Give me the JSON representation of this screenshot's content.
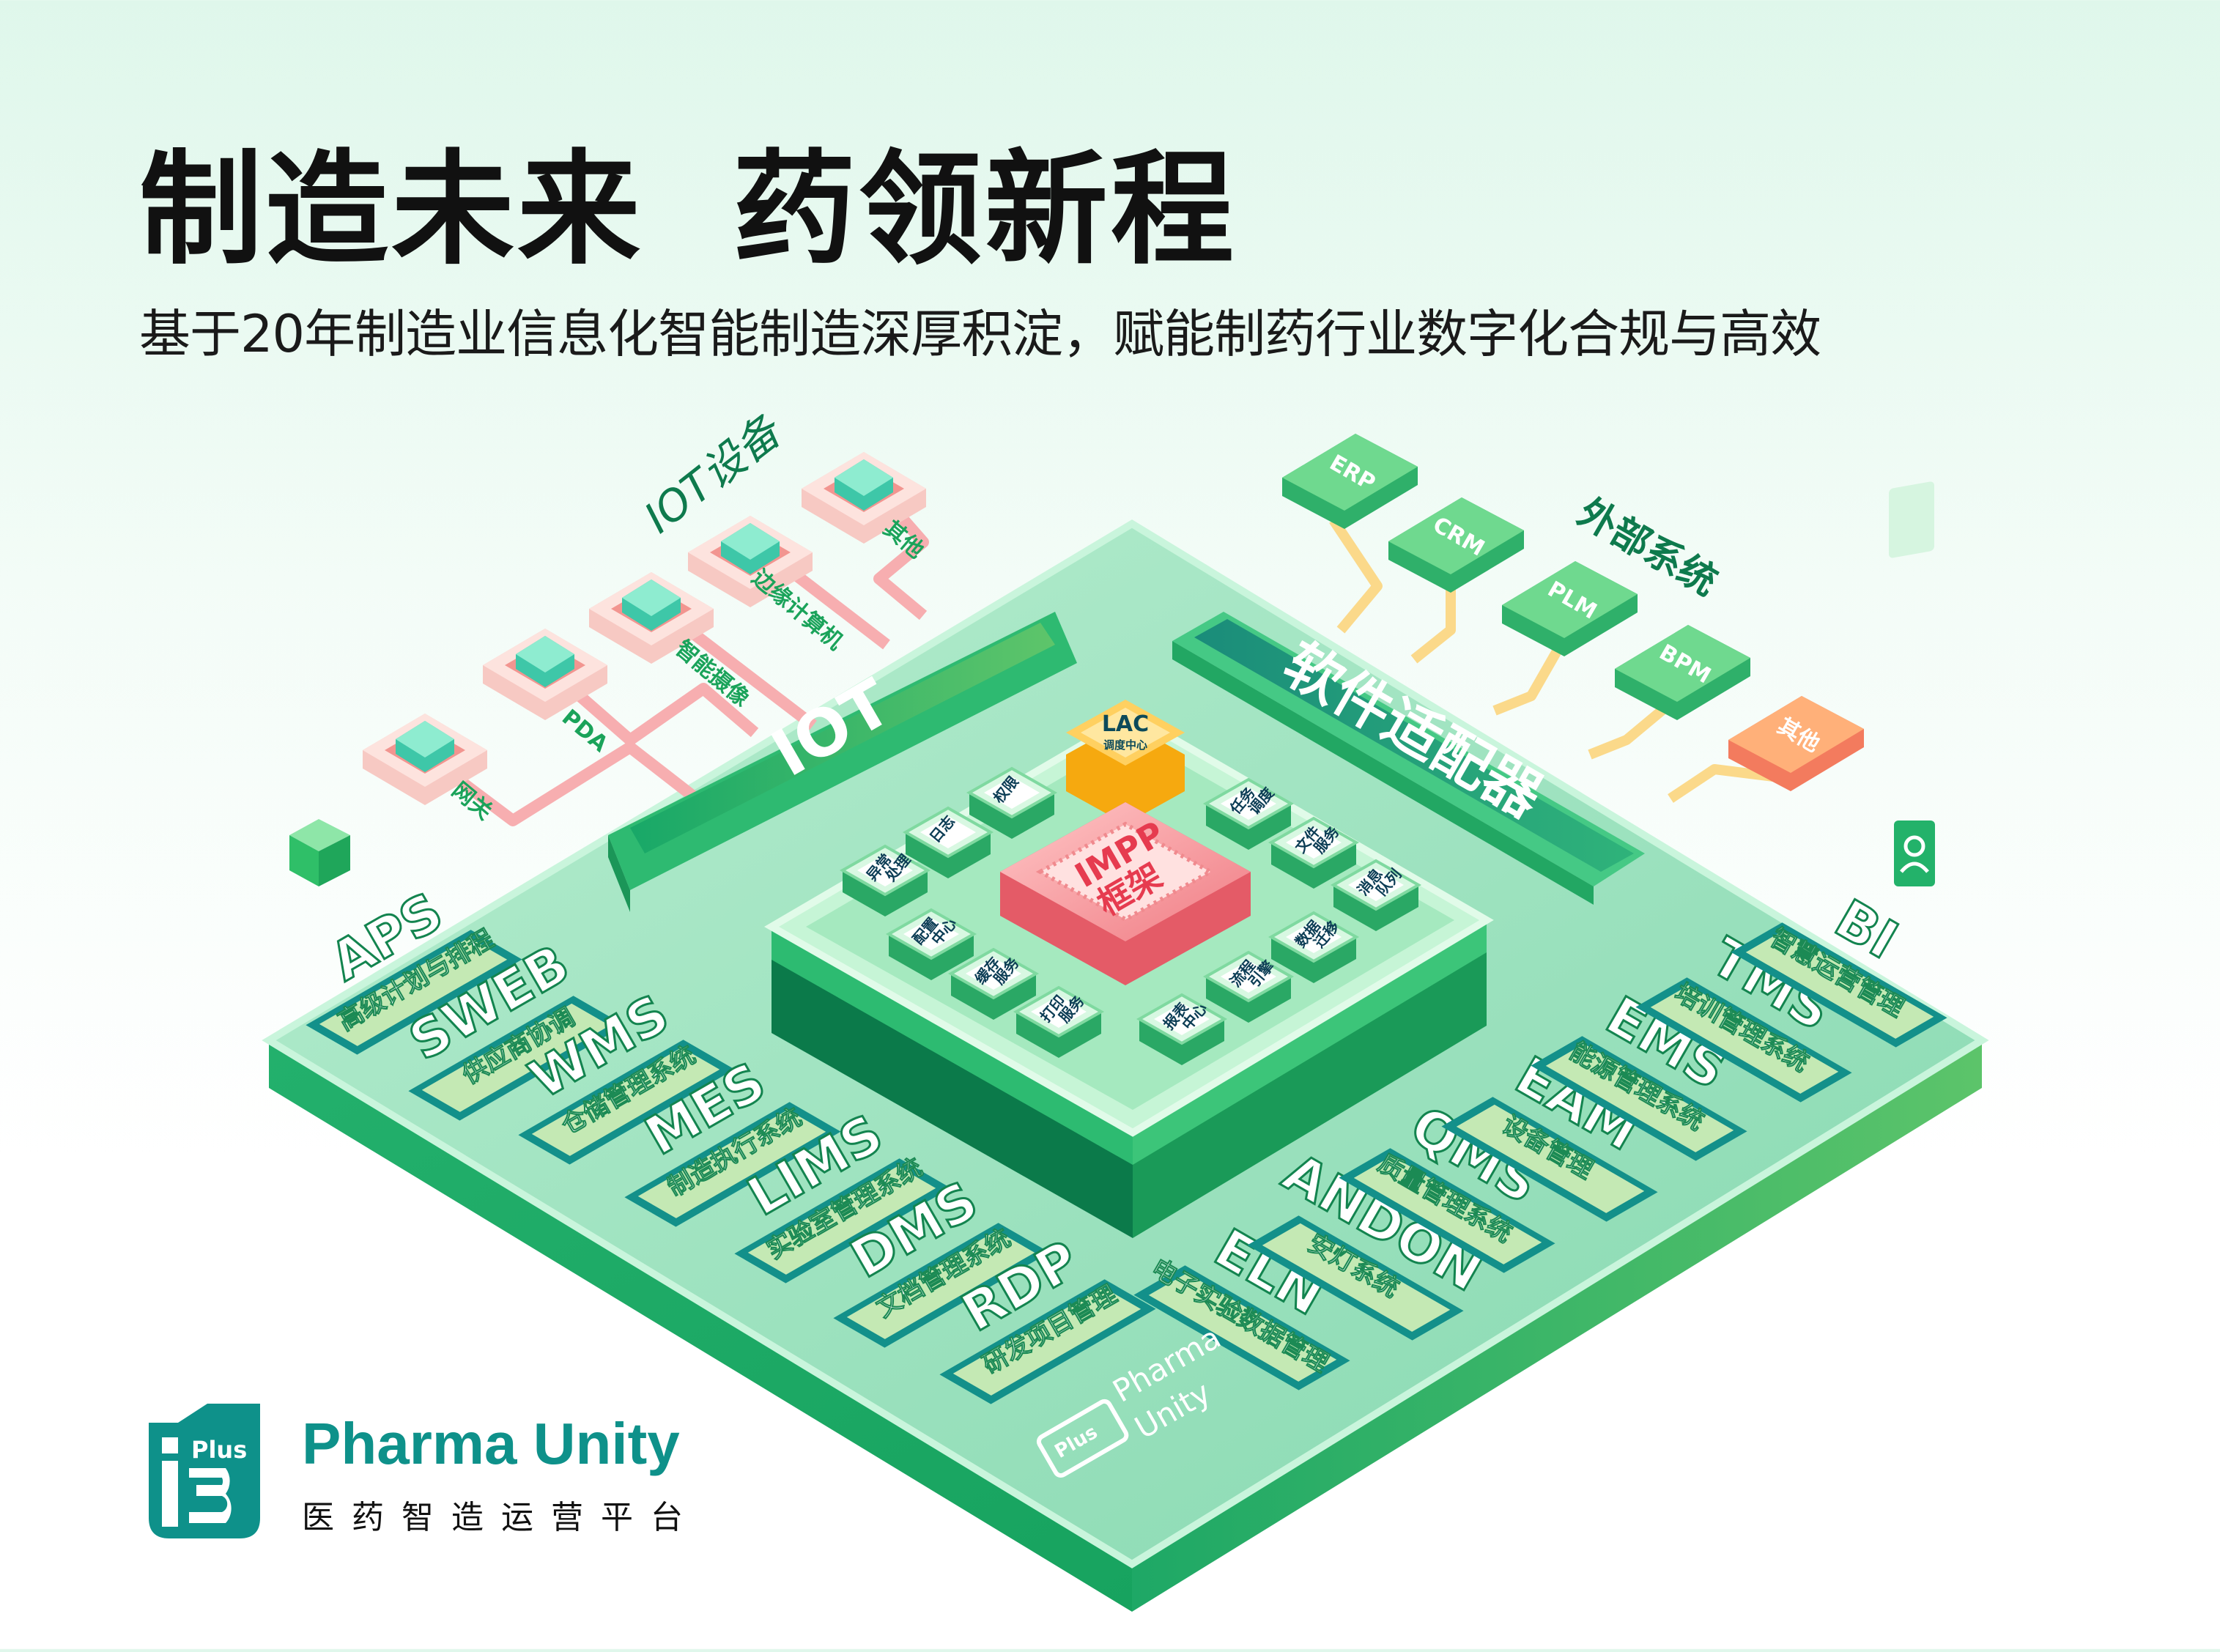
{
  "header": {
    "title_part1": "制造未来",
    "title_part2": "药领新程",
    "subtitle": "基于20年制造业信息化智能制造深厚积淀，赋能制药行业数字化合规与高效"
  },
  "iot_devices": {
    "title": "IOT设备",
    "items": [
      {
        "label": "网关",
        "icon": "router-icon"
      },
      {
        "label": "PDA",
        "icon": "pda-phone-icon"
      },
      {
        "label": "智能摄像",
        "icon": "camera-icon"
      },
      {
        "label": "边缘计算机",
        "icon": "edge-computer-icon"
      },
      {
        "label": "其他",
        "icon": "server-stack-icon"
      }
    ]
  },
  "external_systems": {
    "title": "外部系统",
    "items": [
      {
        "label": "ERP"
      },
      {
        "label": "CRM"
      },
      {
        "label": "PLM"
      },
      {
        "label": "BPM"
      },
      {
        "label": "其他"
      }
    ]
  },
  "core": {
    "iot_bar": "IOT",
    "adapter_bar": "软件适配器",
    "lac": {
      "name": "LAC",
      "sub": "调度中心"
    },
    "impp": {
      "name": "IMPP",
      "sub": "框架"
    },
    "modules": [
      {
        "line1": "权限",
        "line2": ""
      },
      {
        "line1": "日志",
        "line2": ""
      },
      {
        "line1": "异常",
        "line2": "处理"
      },
      {
        "line1": "配置",
        "line2": "中心"
      },
      {
        "line1": "缓存",
        "line2": "服务"
      },
      {
        "line1": "打印",
        "line2": "服务"
      },
      {
        "line1": "报表",
        "line2": "中心"
      },
      {
        "line1": "流程",
        "line2": "引擎"
      },
      {
        "line1": "数据",
        "line2": "迁移"
      },
      {
        "line1": "消息",
        "line2": "队列"
      },
      {
        "line1": "文件",
        "line2": "服务"
      },
      {
        "line1": "任务",
        "line2": "调度"
      }
    ]
  },
  "systems_left": [
    {
      "code": "APS",
      "name": "高级计划与排程"
    },
    {
      "code": "SWEB",
      "name": "供应商协调"
    },
    {
      "code": "WMS",
      "name": "仓储管理系统"
    },
    {
      "code": "MES",
      "name": "制造执行系统"
    },
    {
      "code": "LIMS",
      "name": "实验室管理系统"
    },
    {
      "code": "DMS",
      "name": "文档管理系统"
    },
    {
      "code": "RDP",
      "name": "研发项目管理"
    }
  ],
  "systems_right": [
    {
      "code": "ELN",
      "name": "电子实验数据管理"
    },
    {
      "code": "ANDON",
      "name": "安灯系统"
    },
    {
      "code": "QMS",
      "name": "质量管理系统"
    },
    {
      "code": "EAM",
      "name": "设备管理"
    },
    {
      "code": "EMS",
      "name": "能源管理系统"
    },
    {
      "code": "TMS",
      "name": "培训管理系统"
    },
    {
      "code": "BI",
      "name": "智慧运营管理"
    }
  ],
  "platform_mark": {
    "line1": "Pharma",
    "line2": "Unity",
    "badge": "Plus"
  },
  "brand": {
    "logo_plus": "Plus",
    "logo_mark": "i3",
    "name": "Pharma Unity",
    "tagline": "医药智造运营平台"
  },
  "colors": {
    "brand_teal": "#0e918a",
    "platform_green": "#1fae6a",
    "platform_top": "#9ee3bf",
    "impp_pink": "#f08a8e",
    "lac_orange": "#f9b41c",
    "external_tab": "#3fbf72",
    "pink_line": "#f7aeb0",
    "yellow_line": "#fbd98a"
  }
}
